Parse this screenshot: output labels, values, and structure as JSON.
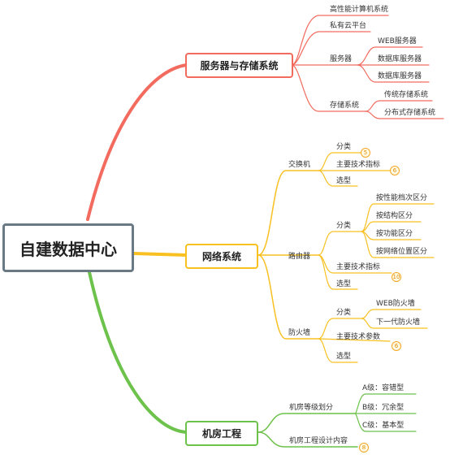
{
  "colors": {
    "red": "#f26b5e",
    "yellow": "#f8c020",
    "green": "#6cc24a",
    "root_border": "#6a7a85"
  },
  "root": "自建数据中心",
  "branches": {
    "servers": {
      "label": "服务器与存储系统",
      "children": {
        "hpc": "高性能计算机系统",
        "private_cloud": "私有云平台",
        "server": "服务器",
        "web_server": "WEB服务器",
        "db_server_1": "数据库服务器",
        "db_server_2": "数据库服务器",
        "storage": "存储系统",
        "traditional_storage": "传统存储系统",
        "distributed_storage": "分布式存储系统"
      }
    },
    "network": {
      "label": "网络系统",
      "switch": {
        "label": "交换机",
        "classify": "分类",
        "classify_badge": "5",
        "tech": "主要技术指标",
        "tech_badge": "6",
        "select": "选型"
      },
      "router": {
        "label": "路由器",
        "classify": "分类",
        "by_performance": "按性能档次区分",
        "by_structure": "按结构区分",
        "by_function": "按功能区分",
        "by_position": "按网络位置区分",
        "tech": "主要技术指标",
        "tech_badge": "10",
        "select": "选型"
      },
      "firewall": {
        "label": "防火墙",
        "classify": "分类",
        "web_firewall": "WEB防火墙",
        "ngfw": "下一代防火墙",
        "tech": "主要技术参数",
        "tech_badge": "6",
        "select": "选型"
      }
    },
    "facility": {
      "label": "机房工程",
      "grading": "机房等级划分",
      "a_level": "A级：容错型",
      "b_level": "B级：冗余型",
      "c_level": "C级：基本型",
      "design": "机房工程设计内容",
      "design_badge": "8"
    }
  }
}
